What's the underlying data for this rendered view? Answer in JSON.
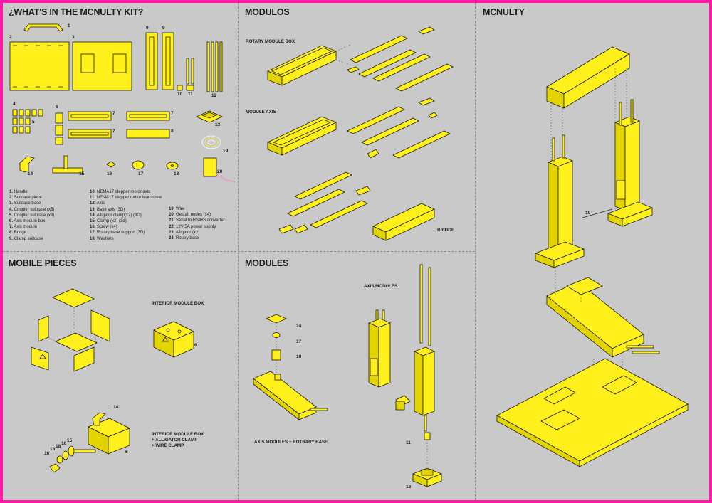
{
  "sections": {
    "kit_title": "¿WHAT'S IN THE MCNULTY KIT?",
    "modulos_title": "MODULOS",
    "mcnulty_title": "MCNULTY",
    "mobile_title": "MOBILE PIECES",
    "modules_title": "MODULES"
  },
  "labels": {
    "rotary_module_box": "ROTARY MODULE BOX",
    "module_axis": "MODULE AXIS",
    "bridge": "BRIDGE",
    "interior_module_box": "INTERIOR MODULE BOX",
    "interior_module_box_clamps": [
      "INTERIOR MODULE BOX",
      "+ ALLIGATOR CLAMP",
      "+ WIRE CLAMP"
    ],
    "axis_modules": "AXIS MODULES",
    "axis_modules_rotary": "AXIS MODULES + ROTRARY BASE"
  },
  "kit_numbers": [
    "1",
    "2",
    "3",
    "4",
    "5",
    "6",
    "7",
    "7",
    "7",
    "8",
    "9",
    "9",
    "10",
    "11",
    "12",
    "13",
    "14",
    "15",
    "16",
    "17",
    "18",
    "19",
    "20"
  ],
  "legend": {
    "col1": [
      {
        "n": "1.",
        "t": "Handle"
      },
      {
        "n": "2.",
        "t": "Suitcase piece"
      },
      {
        "n": "3.",
        "t": "Suitcase base"
      },
      {
        "n": "4.",
        "t": "Coupler suitcase (x5)"
      },
      {
        "n": "5.",
        "t": "Coupler suitcase (x8)"
      },
      {
        "n": "6.",
        "t": "Axis module box"
      },
      {
        "n": "7.",
        "t": "Axis module"
      },
      {
        "n": "8.",
        "t": "Bridge"
      },
      {
        "n": "9.",
        "t": "Clamp suitcase"
      }
    ],
    "col2": [
      {
        "n": "10.",
        "t": "NEMA17 stepper motor axis"
      },
      {
        "n": "11.",
        "t": "NEMA17 stepper motor leadscrew"
      },
      {
        "n": "12.",
        "t": "Axis"
      },
      {
        "n": "13.",
        "t": "Base axis (3D)"
      },
      {
        "n": "14.",
        "t": "Alligator clamp(x2) (3D)"
      },
      {
        "n": "15.",
        "t": "Clamp (x2) (3d)"
      },
      {
        "n": "16.",
        "t": "Screw (x4)"
      },
      {
        "n": "17.",
        "t": "Rotary base support (3D)"
      },
      {
        "n": "18.",
        "t": "Washers"
      }
    ],
    "col3": [
      {
        "n": "19.",
        "t": "Wire"
      },
      {
        "n": "20.",
        "t": "Gestalt nodes (x4)"
      },
      {
        "n": "21.",
        "t": "Serial to RS485 converter"
      },
      {
        "n": "22.",
        "t": "12V 5A power supply"
      },
      {
        "n": "23.",
        "t": "Alligator (x2)"
      },
      {
        "n": "24.",
        "t": "Rotary base"
      }
    ]
  },
  "mobile_numbers": [
    "6",
    "14",
    "16",
    "18",
    "18",
    "16",
    "15",
    "6"
  ],
  "modules_numbers": [
    "24",
    "17",
    "10",
    "11",
    "13"
  ],
  "mcnulty_numbers": [
    "19"
  ],
  "colors": {
    "border": "#ff1aa6",
    "background": "#c9c9c9",
    "part": "#ffef1a",
    "line": "#1a1a1a"
  }
}
